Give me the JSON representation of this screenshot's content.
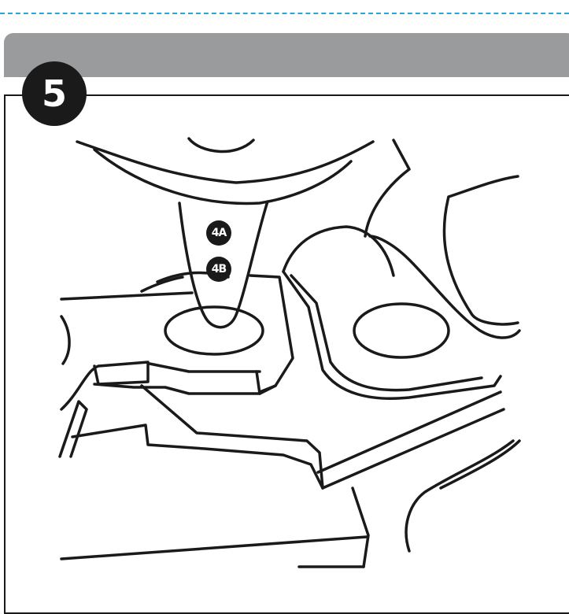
{
  "step": {
    "number": "5"
  },
  "callouts": [
    {
      "label": "4A"
    },
    {
      "label": "4B"
    }
  ],
  "colors": {
    "header_bar": "#9a9b9d",
    "dashed_rule": "#29a6d8",
    "ink": "#1a1a1a"
  },
  "icons": {
    "illustration": "suspension-bolt-assembly-icon"
  }
}
